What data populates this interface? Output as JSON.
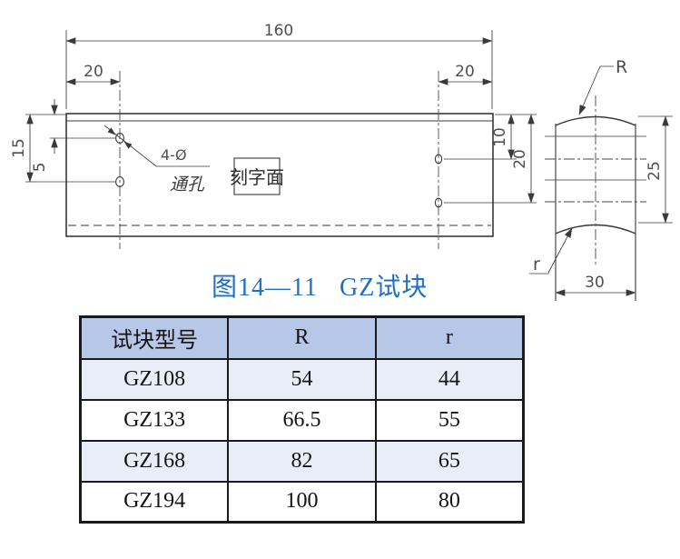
{
  "figure": {
    "caption": {
      "number": "图14—11",
      "title": "GZ试块"
    },
    "front_view": {
      "dims": {
        "total_length": "160",
        "left_hole_offset": "20",
        "right_hole_offset": "20",
        "left_lower_hole_depth": "15",
        "left_upper_hole_depth": "5",
        "right_upper_hole_depth": "10",
        "right_lower_hole_depth": "20"
      },
      "holes_callout": {
        "line1": "4-Ø",
        "line2": "通孔"
      },
      "engraved_face_label": "刻字面"
    },
    "side_view": {
      "top_radius_label": "R",
      "bottom_radius_label": "r",
      "dims": {
        "height": "25",
        "width": "30"
      }
    }
  },
  "table": {
    "headers": [
      "试块型号",
      "R",
      "r"
    ],
    "rows": [
      {
        "model": "GZ108",
        "R": "54",
        "r": "44"
      },
      {
        "model": "GZ133",
        "R": "66.5",
        "r": "55"
      },
      {
        "model": "GZ168",
        "R": "82",
        "r": "65"
      },
      {
        "model": "GZ194",
        "R": "100",
        "r": "80"
      }
    ]
  },
  "colors": {
    "caption_blue": "#2170c2",
    "table_header_bg": "#b7c7e7",
    "table_alt_row_bg": "#e9edf8",
    "table_border": "#1a1a1a",
    "drawing_line": "#383838",
    "dim_text": "#4f4f4f"
  }
}
